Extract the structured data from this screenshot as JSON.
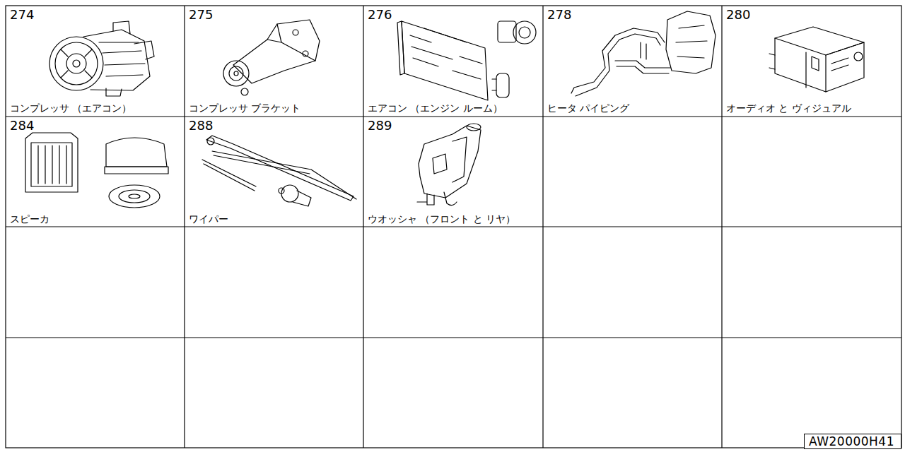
{
  "diagram": {
    "nodes": [
      {
        "text": [
          "274",
          "コンプレッサ （エアコン）"
        ]
      },
      {
        "text": [
          "275",
          "コンプレッサ ブラケット"
        ]
      },
      {
        "text": [
          "276",
          "エアコン （エンジン ルーム）"
        ]
      },
      {
        "text": [
          "278",
          "ヒータ パイピング"
        ]
      },
      {
        "text": [
          "280",
          "オーディオ と ヴィジュアル"
        ]
      },
      {
        "text": [
          "284",
          "スピーカ"
        ]
      },
      {
        "text": [
          "288",
          "ワイパー"
        ]
      },
      {
        "text": [
          "289",
          "ウオッシャ （フロント と リヤ）"
        ]
      },
      {
        "text": [
          "AW20000H41"
        ]
      }
    ]
  }
}
